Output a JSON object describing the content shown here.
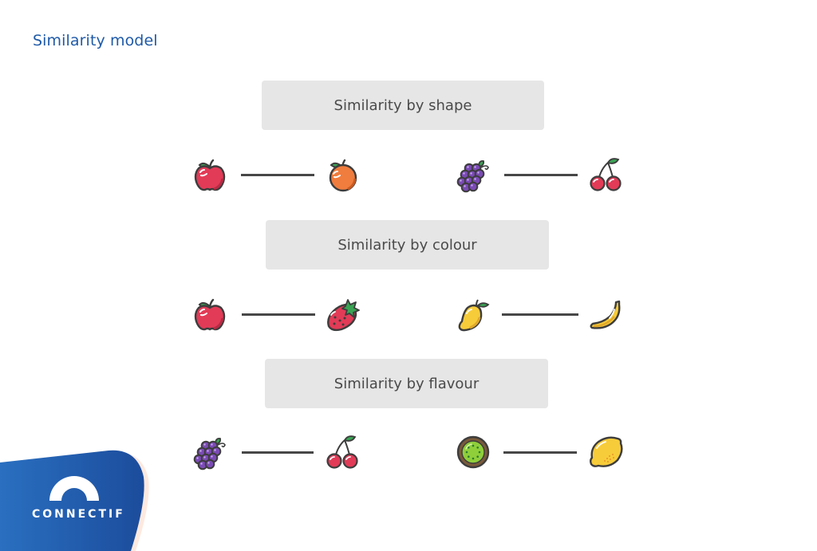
{
  "title": "Similarity model",
  "sections": [
    {
      "label": "Similarity by shape",
      "pairs": [
        {
          "left": "apple",
          "right": "orange"
        },
        {
          "left": "grapes",
          "right": "cherries"
        }
      ]
    },
    {
      "label": "Similarity by colour",
      "pairs": [
        {
          "left": "apple",
          "right": "strawberry"
        },
        {
          "left": "mango",
          "right": "banana"
        }
      ]
    },
    {
      "label": "Similarity by flavour",
      "pairs": [
        {
          "left": "grapes",
          "right": "cherries"
        },
        {
          "left": "kiwi",
          "right": "lemon"
        }
      ]
    }
  ],
  "brand": {
    "name": "CONNECTIF",
    "colors": {
      "primary": "#1f5aa8",
      "gradient_start": "#2a6fc0",
      "gradient_end": "#1c4c9c"
    }
  },
  "colors": {
    "title": "#1f5aa8",
    "label_bg": "#e6e6e6",
    "label_text": "#4a4a4a",
    "connector": "#474747"
  }
}
